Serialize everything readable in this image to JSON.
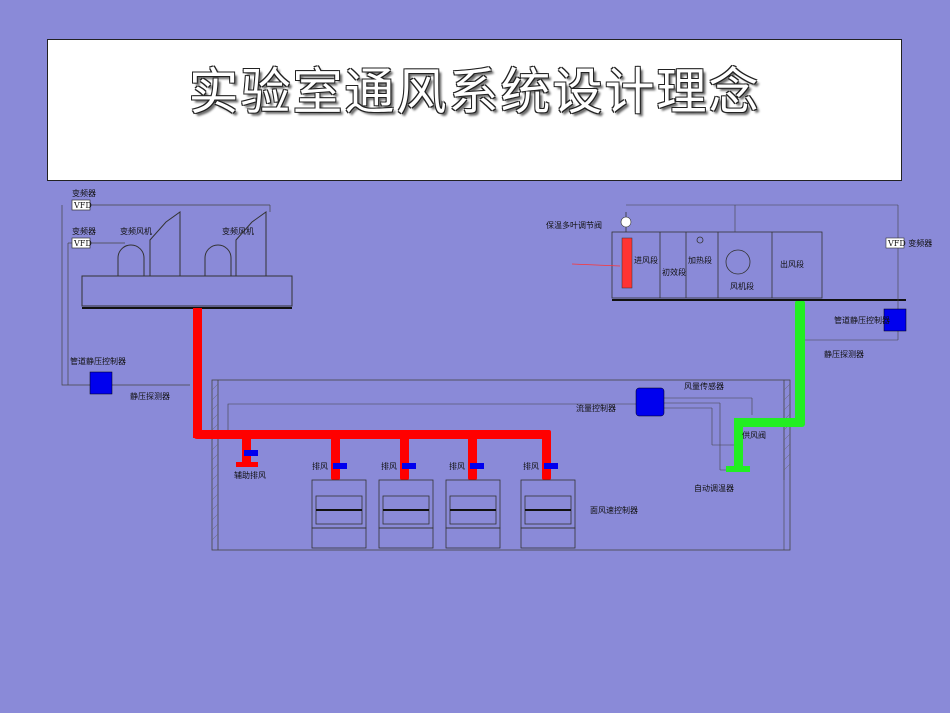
{
  "title": "实验室通风系统设计理念",
  "labels": {
    "vfd_label_1": "变频器",
    "vfd_label_2": "变频器",
    "vfd_box": "VFD",
    "fan_1": "变频风机",
    "fan_2": "变频风机",
    "duct_pressure_controller_left": "管道静压控制器",
    "static_pressure_probe_left": "静压探测器",
    "aux_exhaust": "辅助排风",
    "exhaust": "排风",
    "face_velocity_controller": "面风速控制器",
    "flow_controller": "流量控制器",
    "airflow_sensor": "风量传感器",
    "supply_valve": "供风阀",
    "auto_regulator": "自动调温器",
    "damper": "保温多叶调节阀",
    "intake_section": "进风段",
    "prefilter_section": "初效段",
    "heating_section": "加热段",
    "fan_section": "风机段",
    "outlet_section": "出风段",
    "vfd_right": "VFD 变频器",
    "duct_pressure_controller_right": "管道静压控制器",
    "static_pressure_probe_right": "静压探测器"
  },
  "colors": {
    "exhaust_duct": "#ff0000",
    "supply_duct": "#22ee22",
    "controller": "#0000ee",
    "background": "#8a8ad8"
  }
}
